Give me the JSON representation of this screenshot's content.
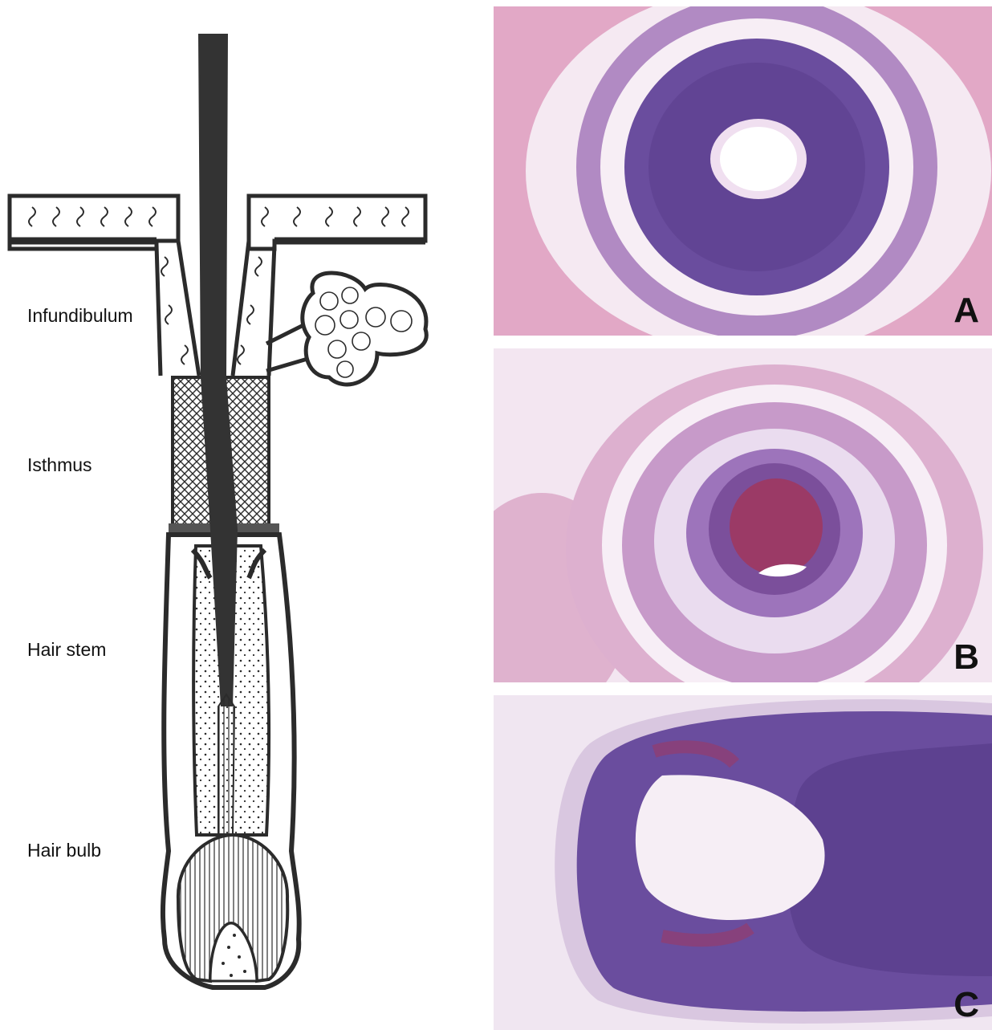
{
  "diagram": {
    "labels": {
      "infundibulum": "Infundibulum",
      "isthmus": "Isthmus",
      "hair_stem": "Hair stem",
      "hair_bulb": "Hair bulb"
    }
  },
  "panels": [
    {
      "letter": "A",
      "subject": "transverse section, ring of basophilic epithelium around hair canal"
    },
    {
      "letter": "B",
      "subject": "transverse section, concentric sheaths around keratinized hair shaft"
    },
    {
      "letter": "C",
      "subject": "hair bulb with dermal papilla"
    }
  ],
  "colors": {
    "ink": "#2b2b2b",
    "stain_pink": "#e2a8c6",
    "stain_purple": "#6a4d9e",
    "stain_dark": "#4a356f",
    "keratin_red": "#9b3a66"
  }
}
